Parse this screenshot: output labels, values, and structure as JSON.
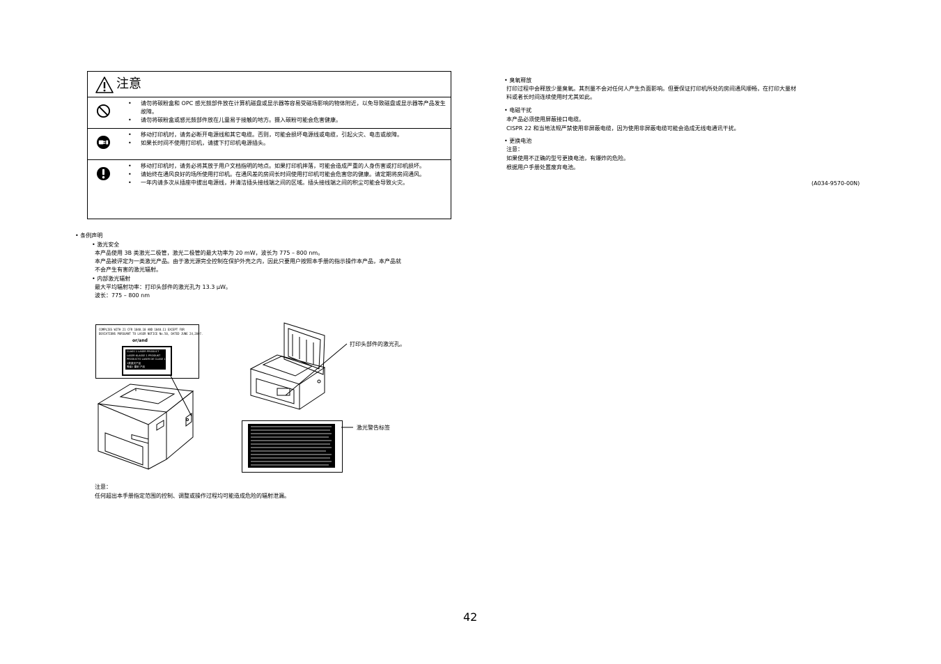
{
  "caution": {
    "title": "注意",
    "sections": [
      {
        "icon": "no-entry-icon",
        "items": [
          "请勿将碳粉盒和 OPC 感光鼓部件放在计算机磁盘或显示器等容易受磁场影响的物体附近，以免导致磁盘或显示器等产品发生故障。",
          "请勿将碳粉盒或感光鼓部件放在儿童易于接触的地方。摄入碳粉可能会危害健康。"
        ]
      },
      {
        "icon": "unplug-icon",
        "items": [
          "移动打印机时，请务必断开电源线和其它电缆。否则，可能会损坏电源线或电缆，引起火灾、电击或故障。",
          "如果长时间不使用打印机，请拔下打印机电源插头。"
        ]
      },
      {
        "icon": "exclamation-icon",
        "items": [
          "移动打印机时，请务必将其放于用户文档指明的地点。如果打印机摔落，可能会造成严重的人身伤害或打印机损坏。",
          "请始终在通风良好的场所使用打印机。在通风差的房间长时间使用打印机可能会危害您的健康。请定期将房间通风。",
          "一年内请多次从插座中拔出电源线，并清洁插头接线端之间的区域。插头接线端之间的积尘可能会导致火灾。"
        ]
      }
    ]
  },
  "regulations": {
    "heading": "• 条例声明",
    "laser_safety": {
      "heading": "• 激光安全",
      "lines": [
        "本产品使用 3B 类激光二极管，激光二极管的最大功率为 20 mW，波长为 775 – 800 nm。",
        "本产品被评定为一类激光产品。由于激光源完全控制在保护外壳之内，因此只要用户按照本手册的指示操作本产品，本产品就",
        "不会产生有害的激光辐射。"
      ]
    },
    "internal_radiation": {
      "heading": "• 内部激光辐射",
      "lines": [
        "最大平均辐射功率：打印头部件的激光孔为 13.3 μW。",
        "波长：775 – 800 nm"
      ]
    }
  },
  "figure": {
    "compliance_label": {
      "lines": [
        "COMPLIES WITH 21 CFR 1040.10 AND 1040.11 EXCEPT FOR",
        "DEVIATIONS PURSUANT TO LASER NOTICE No.50, DATED JUNE 24,2007."
      ],
      "or_and": "or/and",
      "inner_lines": [
        "CLASS 1 LASER PRODUCT",
        "LASER KLASSE 1 PRODUKT",
        "PRODUCTO LASER DE CLASE 1",
        "1类激光产品",
        "等级1 雷射 产品"
      ]
    },
    "callout_aperture": "打印头部件的激光孔。",
    "callout_label": "激光警告标签"
  },
  "figure_note": {
    "label": "注意：",
    "text": "任何超出本手册指定范围的控制、调整或操作过程均可能造成危险的辐射泄漏。"
  },
  "right_column": {
    "ozone": {
      "heading": "• 臭氧释放",
      "lines": [
        "打印过程中会释放少量臭氧。其剂量不会对任何人产生负面影响。但要保证打印机所处的房间通风顺畅，在打印大量材",
        "料或者长时间连续使用时尤其如此。"
      ]
    },
    "emi": {
      "heading": "• 电磁干扰",
      "lines": [
        "本产品必须使用屏蔽接口电缆。",
        "CISPR 22 和当地法规严禁使用非屏蔽电缆，因为使用非屏蔽电缆可能会造成无线电通讯干扰。"
      ]
    },
    "battery": {
      "heading": "• 更换电池",
      "lines": [
        "注意：",
        "如果使用不正确的型号更换电池，有爆炸的危险。",
        "根据用户手册处置废弃电池。"
      ]
    },
    "doc_code": "(A034-9570-00N)"
  },
  "page_number": "42"
}
